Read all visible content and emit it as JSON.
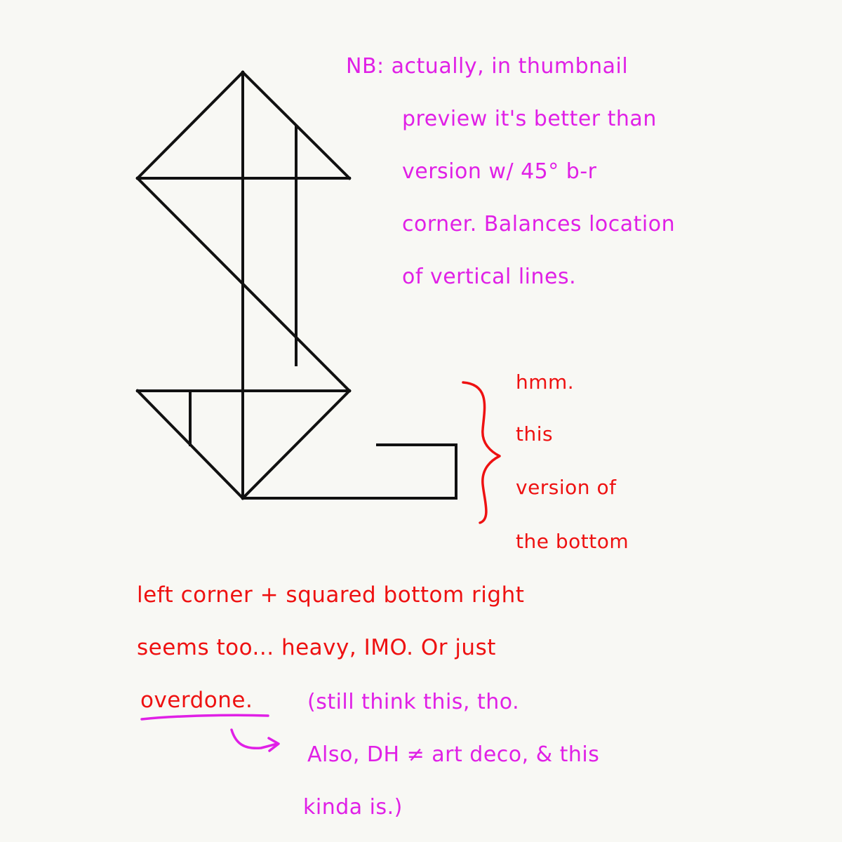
{
  "colors": {
    "ink": "#111111",
    "magenta": "#e020e6",
    "red": "#ee1111",
    "paper": "#f8f8f4"
  },
  "magenta_note": {
    "lines": [
      "NB: actually, in thumbnail",
      "preview it's better than",
      "version w/ 45° b-r",
      "corner. Balances location",
      "of vertical lines."
    ]
  },
  "red_side_note": {
    "lines": [
      "hmm.",
      "this",
      "version of",
      "the bottom"
    ]
  },
  "red_main_note": {
    "lines": [
      "left corner + squared bottom right",
      "seems too... heavy, IMO. Or just"
    ],
    "underlined_word": "overdone."
  },
  "magenta_footer_note": {
    "lines": [
      "(still think this, tho.",
      "Also, DH ≠ art deco, & this",
      "kinda is.)"
    ]
  }
}
